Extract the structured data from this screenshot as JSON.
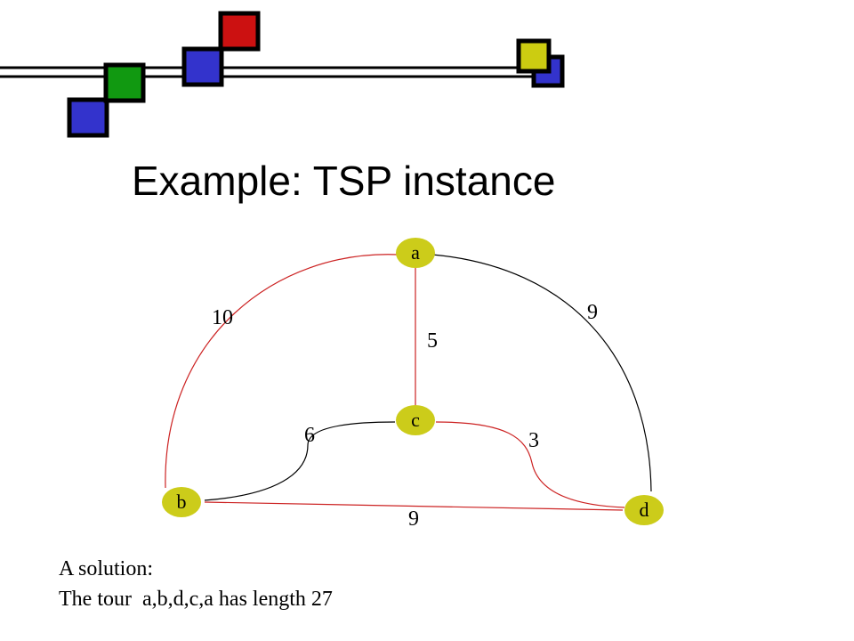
{
  "title": "Example: TSP instance",
  "colors": {
    "node_fill": "#cccc1a",
    "tour_edge": "#cc2222",
    "other_edge": "#000000",
    "square_blue": "#3333cc",
    "square_green": "#119911",
    "square_red": "#cc1111",
    "square_yellow": "#cccc11"
  },
  "nodes": [
    {
      "id": "a",
      "label": "a"
    },
    {
      "id": "b",
      "label": "b"
    },
    {
      "id": "c",
      "label": "c"
    },
    {
      "id": "d",
      "label": "d"
    }
  ],
  "edges": [
    {
      "from": "a",
      "to": "b",
      "weight": "10",
      "in_tour": true
    },
    {
      "from": "a",
      "to": "c",
      "weight": "5",
      "in_tour": true
    },
    {
      "from": "a",
      "to": "d",
      "weight": "9",
      "in_tour": false
    },
    {
      "from": "b",
      "to": "c",
      "weight": "6",
      "in_tour": false
    },
    {
      "from": "c",
      "to": "d",
      "weight": "3",
      "in_tour": true
    },
    {
      "from": "b",
      "to": "d",
      "weight": "9",
      "in_tour": true
    }
  ],
  "caption": {
    "line1": "A solution:",
    "line2": "The tour  a,b,d,c,a has length 27"
  }
}
